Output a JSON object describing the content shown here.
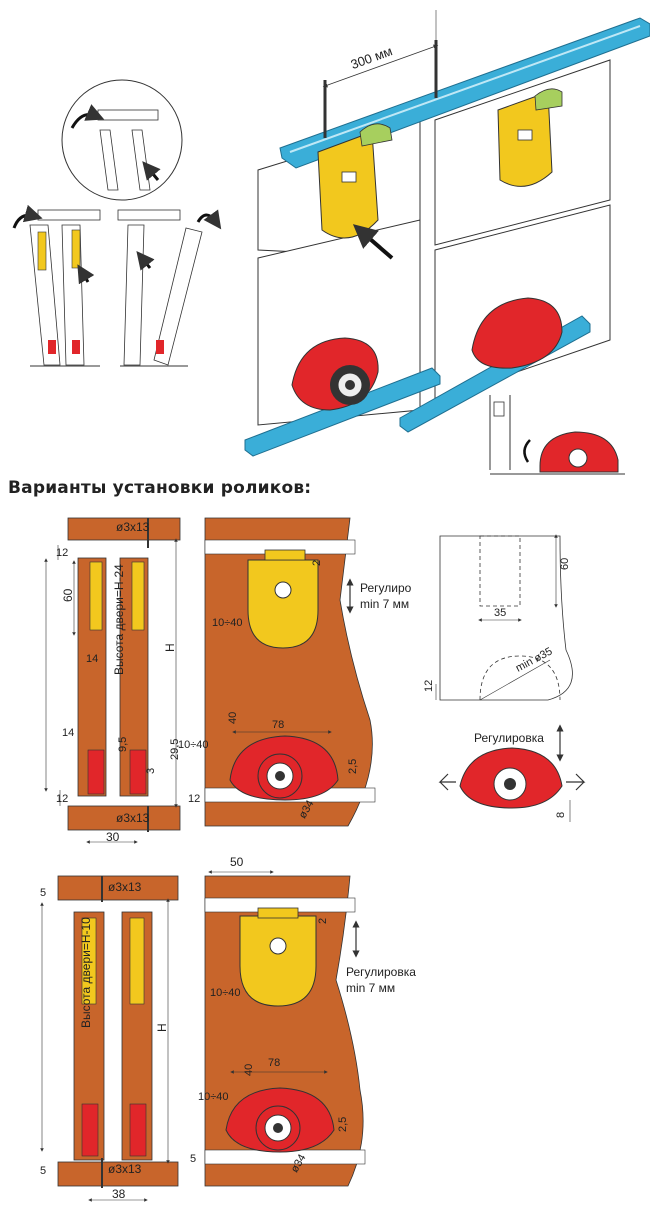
{
  "heading": "Варианты установки роликов:",
  "top": {
    "spacing": "300 мм"
  },
  "variant1": {
    "screw_top": "ø3x13",
    "screw_bottom": "ø3x13",
    "door_height": "Высота двери=H-24",
    "h": "H",
    "dim_12a": "12",
    "dim_60": "60",
    "dim_14a": "14",
    "dim_14b": "14",
    "dim_9_5": "9,5",
    "dim_3": "3",
    "dim_29_5": "29,5",
    "dim_12b": "12",
    "dim_30": "30",
    "dim_2": "2",
    "dim_10_40a": "10÷40",
    "adjust_line1": "Регулиро",
    "adjust_line2": "min 7 мм",
    "dim_10_40b": "10÷40",
    "dim_40": "40",
    "dim_78": "78",
    "dim_2_5": "2,5",
    "dim_d34": "ø34",
    "dim_12c": "12"
  },
  "detail": {
    "dim_60": "60",
    "dim_35": "35",
    "min_d35": "min ø35",
    "dim_12": "12",
    "adjust": "Регулировка",
    "dim_8": "8"
  },
  "variant2": {
    "dim_5a": "5",
    "screw_top": "ø3x13",
    "door_height": "Высота двери=H-10",
    "h": "H",
    "dim_5b": "5",
    "screw_bottom": "ø3x13",
    "dim_38": "38",
    "dim_50": "50",
    "dim_2": "2",
    "adjust_line1": "Регулировка",
    "adjust_line2": "min 7 мм",
    "dim_10_40a": "10÷40",
    "dim_78": "78",
    "dim_10_40b": "10÷40",
    "dim_40": "40",
    "dim_2_5": "2,5",
    "dim_d34": "ø34",
    "dim_5c": "5"
  },
  "colors": {
    "wood": "#c8652b",
    "rail": "#3aaed8",
    "bracket_yellow": "#f2c81e",
    "roller_red": "#e1262a",
    "line": "#333333"
  }
}
